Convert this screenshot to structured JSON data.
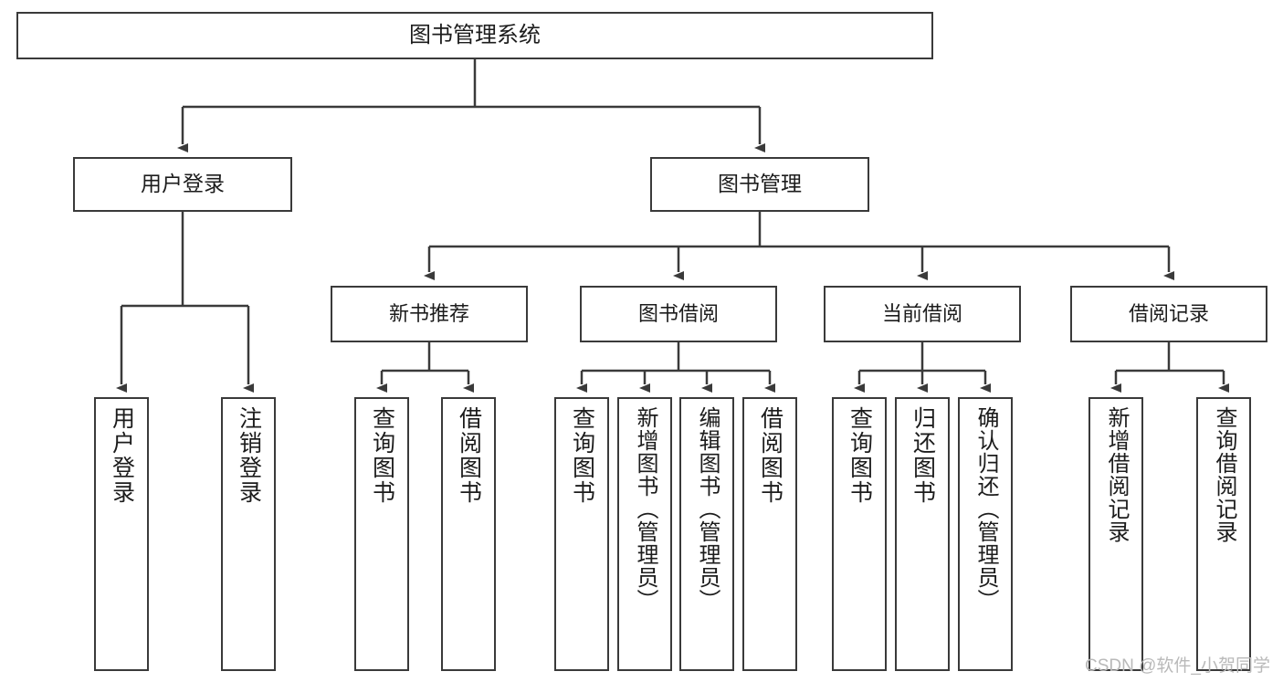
{
  "diagram": {
    "title": "图书管理系统",
    "type": "hierarchy-tree",
    "root": {
      "label": "图书管理系统"
    },
    "level1": [
      {
        "label": "用户登录"
      },
      {
        "label": "图书管理"
      }
    ],
    "level2": [
      {
        "label": "新书推荐"
      },
      {
        "label": "图书借阅"
      },
      {
        "label": "当前借阅"
      },
      {
        "label": "借阅记录"
      }
    ],
    "leaves": {
      "user_login": [
        {
          "label": "用户登录"
        },
        {
          "label": "注销登录"
        }
      ],
      "new_book_recommend": [
        {
          "label": "查询图书"
        },
        {
          "label": "借阅图书"
        }
      ],
      "book_borrow": [
        {
          "label": "查询图书"
        },
        {
          "label": "新增图书（管理员）"
        },
        {
          "label": "编辑图书（管理员）"
        },
        {
          "label": "借阅图书"
        }
      ],
      "current_borrow": [
        {
          "label": "查询图书"
        },
        {
          "label": "归还图书"
        },
        {
          "label": "确认归还（管理员）"
        }
      ],
      "borrow_record": [
        {
          "label": "新增借阅记录"
        },
        {
          "label": "查询借阅记录"
        }
      ]
    }
  },
  "watermark": {
    "text": "CSDN @软件_小贺同学"
  },
  "colors": {
    "border": "#3a3a3a",
    "background": "#ffffff",
    "text": "#1c1c1c",
    "watermark": "#b9b9b9"
  }
}
